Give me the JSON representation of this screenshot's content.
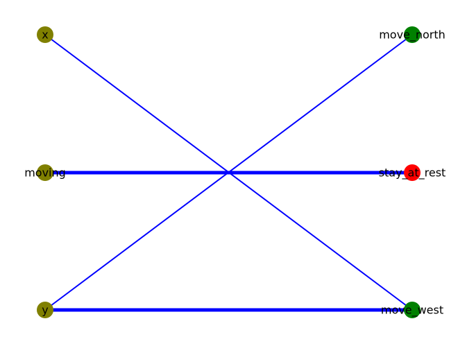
{
  "graph": {
    "nodes": [
      {
        "id": "x",
        "label": "x",
        "color": "#808000",
        "side": "left",
        "row": 0
      },
      {
        "id": "moving",
        "label": "moving",
        "color": "#808000",
        "side": "left",
        "row": 1
      },
      {
        "id": "y",
        "label": "y",
        "color": "#808000",
        "side": "left",
        "row": 2
      },
      {
        "id": "move_north",
        "label": "move_north",
        "color": "#008000",
        "side": "right",
        "row": 0
      },
      {
        "id": "stay_at_rest",
        "label": "stay_at_rest",
        "color": "#ff0000",
        "side": "right",
        "row": 1
      },
      {
        "id": "move_west",
        "label": "move_west",
        "color": "#008000",
        "side": "right",
        "row": 2
      }
    ],
    "edges": [
      {
        "source": "x",
        "target": "move_west",
        "weight": 1
      },
      {
        "source": "y",
        "target": "move_north",
        "weight": 1
      },
      {
        "source": "moving",
        "target": "stay_at_rest",
        "weight": 3
      },
      {
        "source": "y",
        "target": "move_west",
        "weight": 3
      }
    ],
    "edge_color": "#0000ff"
  }
}
